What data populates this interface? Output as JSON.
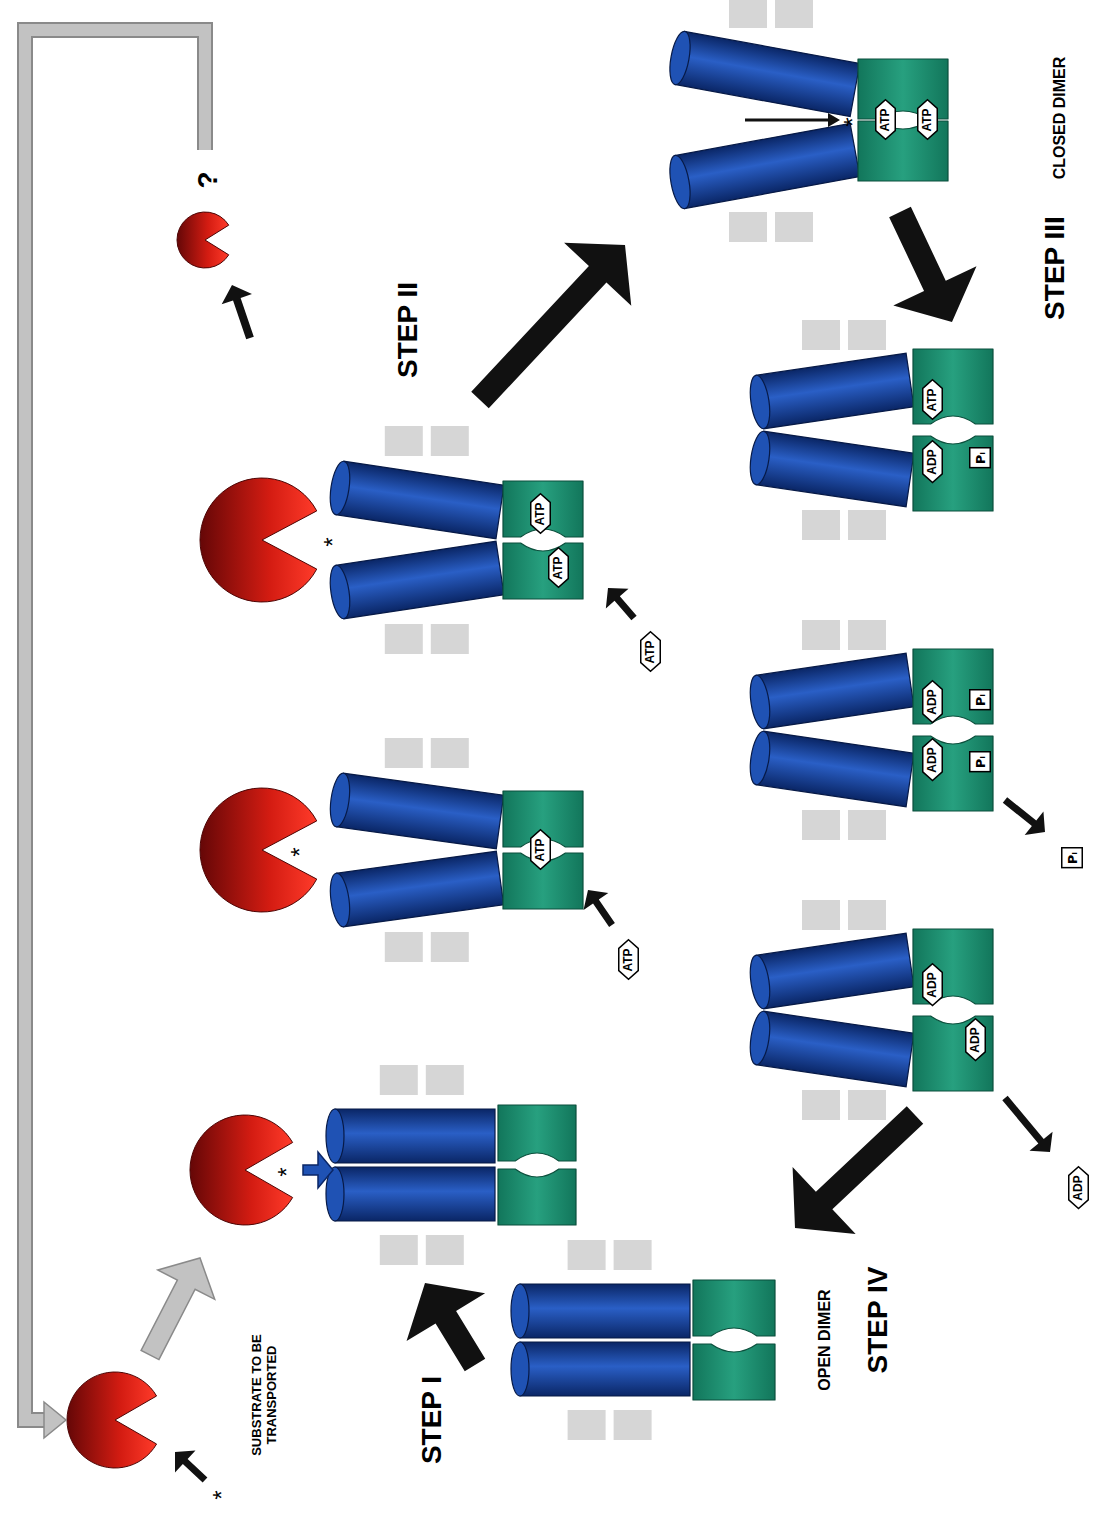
{
  "diagram": {
    "nodes": [
      {
        "text": [
          "ATP"
        ]
      },
      {
        "text": [
          "ATP"
        ]
      },
      {
        "text": [
          "ATP"
        ]
      },
      {
        "text": [
          "ATP"
        ]
      },
      {
        "text": [
          "ATP"
        ]
      },
      {
        "text": [
          "ATP"
        ]
      },
      {
        "text": [
          "ATP"
        ]
      },
      {
        "text": [
          "ATP"
        ]
      },
      {
        "text": [
          "Pᵢ"
        ]
      },
      {
        "text": [
          "ADP"
        ]
      },
      {
        "text": [
          "Pᵢ"
        ]
      },
      {
        "text": [
          "ADP"
        ]
      },
      {
        "text": [
          "ADP"
        ]
      },
      {
        "text": [
          "Pᵢ"
        ]
      },
      {
        "text": [
          "Pᵢ"
        ]
      },
      {
        "text": [
          "ADP"
        ]
      },
      {
        "text": [
          "ADP"
        ]
      },
      {
        "text": [
          "ADP"
        ]
      }
    ],
    "labels": [
      "SUBSTRATE TO BE TRANSPORTED",
      "*",
      "*",
      "*",
      "*",
      "?",
      "*",
      "STEP I",
      "STEP II",
      "STEP III",
      "CLOSED DIMER",
      "STEP IV",
      "OPEN DIMER"
    ]
  }
}
